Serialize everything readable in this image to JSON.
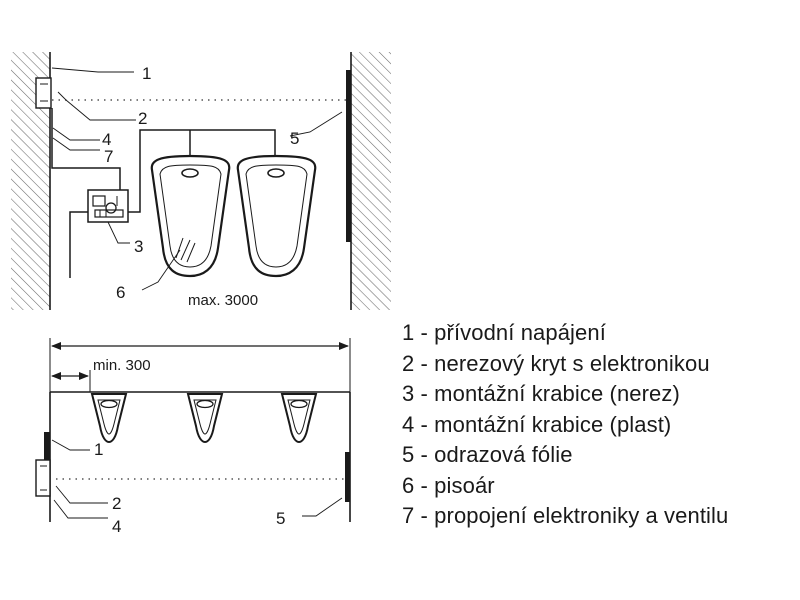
{
  "callouts": {
    "top": [
      "1",
      "2",
      "3",
      "4",
      "5",
      "6",
      "7"
    ],
    "bottom": [
      "1",
      "2",
      "4",
      "5"
    ]
  },
  "dimensions": {
    "max_height": "max. 3000",
    "min_distance": "min. 300"
  },
  "legend": [
    "1 - přívodní napájení",
    "2 - nerezový kryt s elektronikou",
    "3 - montážní krabice (nerez)",
    "4 - montážní krabice (plast)",
    "5 - odrazová fólie",
    "6 - pisoár",
    "7 - propojení elektroniky a ventilu"
  ]
}
